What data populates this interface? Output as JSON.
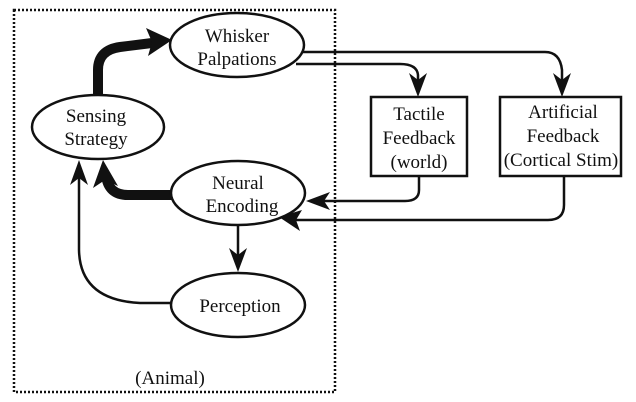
{
  "diagram": {
    "container": {
      "label": "(Animal)",
      "style": "dotted"
    },
    "nodes": [
      {
        "id": "whisker",
        "shape": "ellipse",
        "lines": [
          "Whisker",
          "Palpations"
        ]
      },
      {
        "id": "sensing",
        "shape": "ellipse",
        "lines": [
          "Sensing",
          "Strategy"
        ]
      },
      {
        "id": "neural",
        "shape": "ellipse",
        "lines": [
          "Neural",
          "Encoding"
        ]
      },
      {
        "id": "perception",
        "shape": "ellipse",
        "lines": [
          "Perception"
        ]
      },
      {
        "id": "tactile",
        "shape": "rect",
        "lines": [
          "Tactile",
          "Feedback",
          "(world)"
        ]
      },
      {
        "id": "artificial",
        "shape": "rect",
        "lines": [
          "Artificial",
          "Feedback",
          "(Cortical Stim)"
        ]
      }
    ],
    "edges": [
      {
        "from": "sensing",
        "to": "whisker",
        "weight": "thick"
      },
      {
        "from": "whisker",
        "to": "tactile",
        "weight": "normal"
      },
      {
        "from": "whisker",
        "to": "artificial",
        "weight": "normal"
      },
      {
        "from": "tactile",
        "to": "neural",
        "weight": "normal"
      },
      {
        "from": "artificial",
        "to": "neural",
        "weight": "normal"
      },
      {
        "from": "neural",
        "to": "sensing",
        "weight": "thick"
      },
      {
        "from": "neural",
        "to": "perception",
        "weight": "normal"
      },
      {
        "from": "perception",
        "to": "sensing",
        "weight": "normal"
      }
    ]
  }
}
